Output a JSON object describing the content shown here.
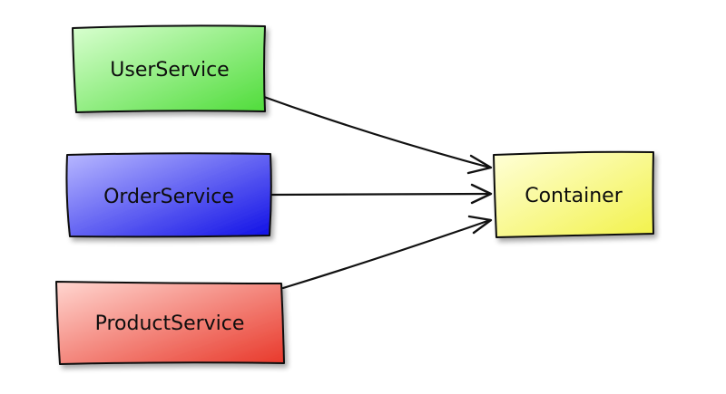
{
  "nodes": [
    {
      "id": "user",
      "label": "UserService",
      "color_light": "#d9ffd0",
      "color_dark": "#4fdc3a"
    },
    {
      "id": "order",
      "label": "OrderService",
      "color_light": "#b8b8ff",
      "color_dark": "#1010e6"
    },
    {
      "id": "product",
      "label": "ProductService",
      "color_light": "#ffd6d0",
      "color_dark": "#e8382a"
    },
    {
      "id": "container",
      "label": "Container",
      "color_light": "#ffffd8",
      "color_dark": "#f2f24a"
    }
  ],
  "edges": [
    {
      "from": "user",
      "to": "container"
    },
    {
      "from": "order",
      "to": "container"
    },
    {
      "from": "product",
      "to": "container"
    }
  ]
}
